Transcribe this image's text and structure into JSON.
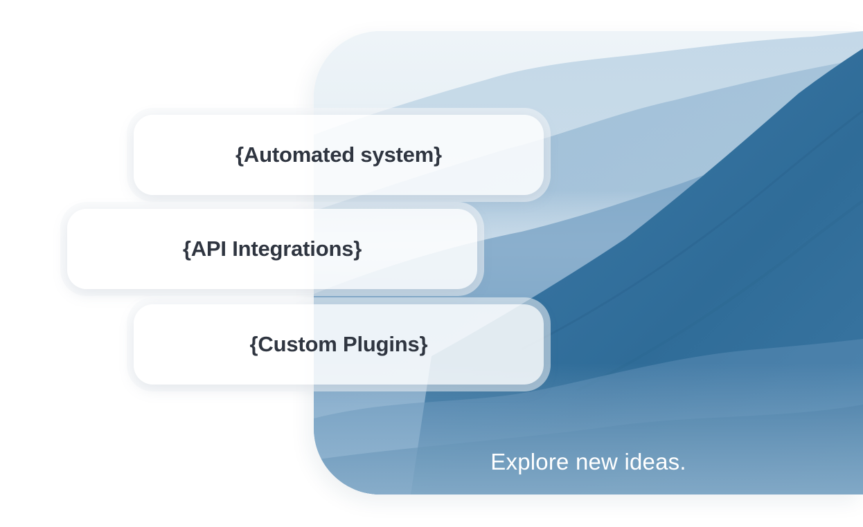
{
  "cards": [
    {
      "label": "{Automated system}"
    },
    {
      "label": "{API Integrations}"
    },
    {
      "label": "{Custom Plugins}"
    }
  ],
  "hero": {
    "caption": "Explore new ideas."
  },
  "colors": {
    "mountain_dark": "#2f6c98",
    "mountain_mid": "#5d8fb8",
    "sky": "#e6eff5",
    "card_text": "#2f3540",
    "caption_text": "#ffffff"
  }
}
